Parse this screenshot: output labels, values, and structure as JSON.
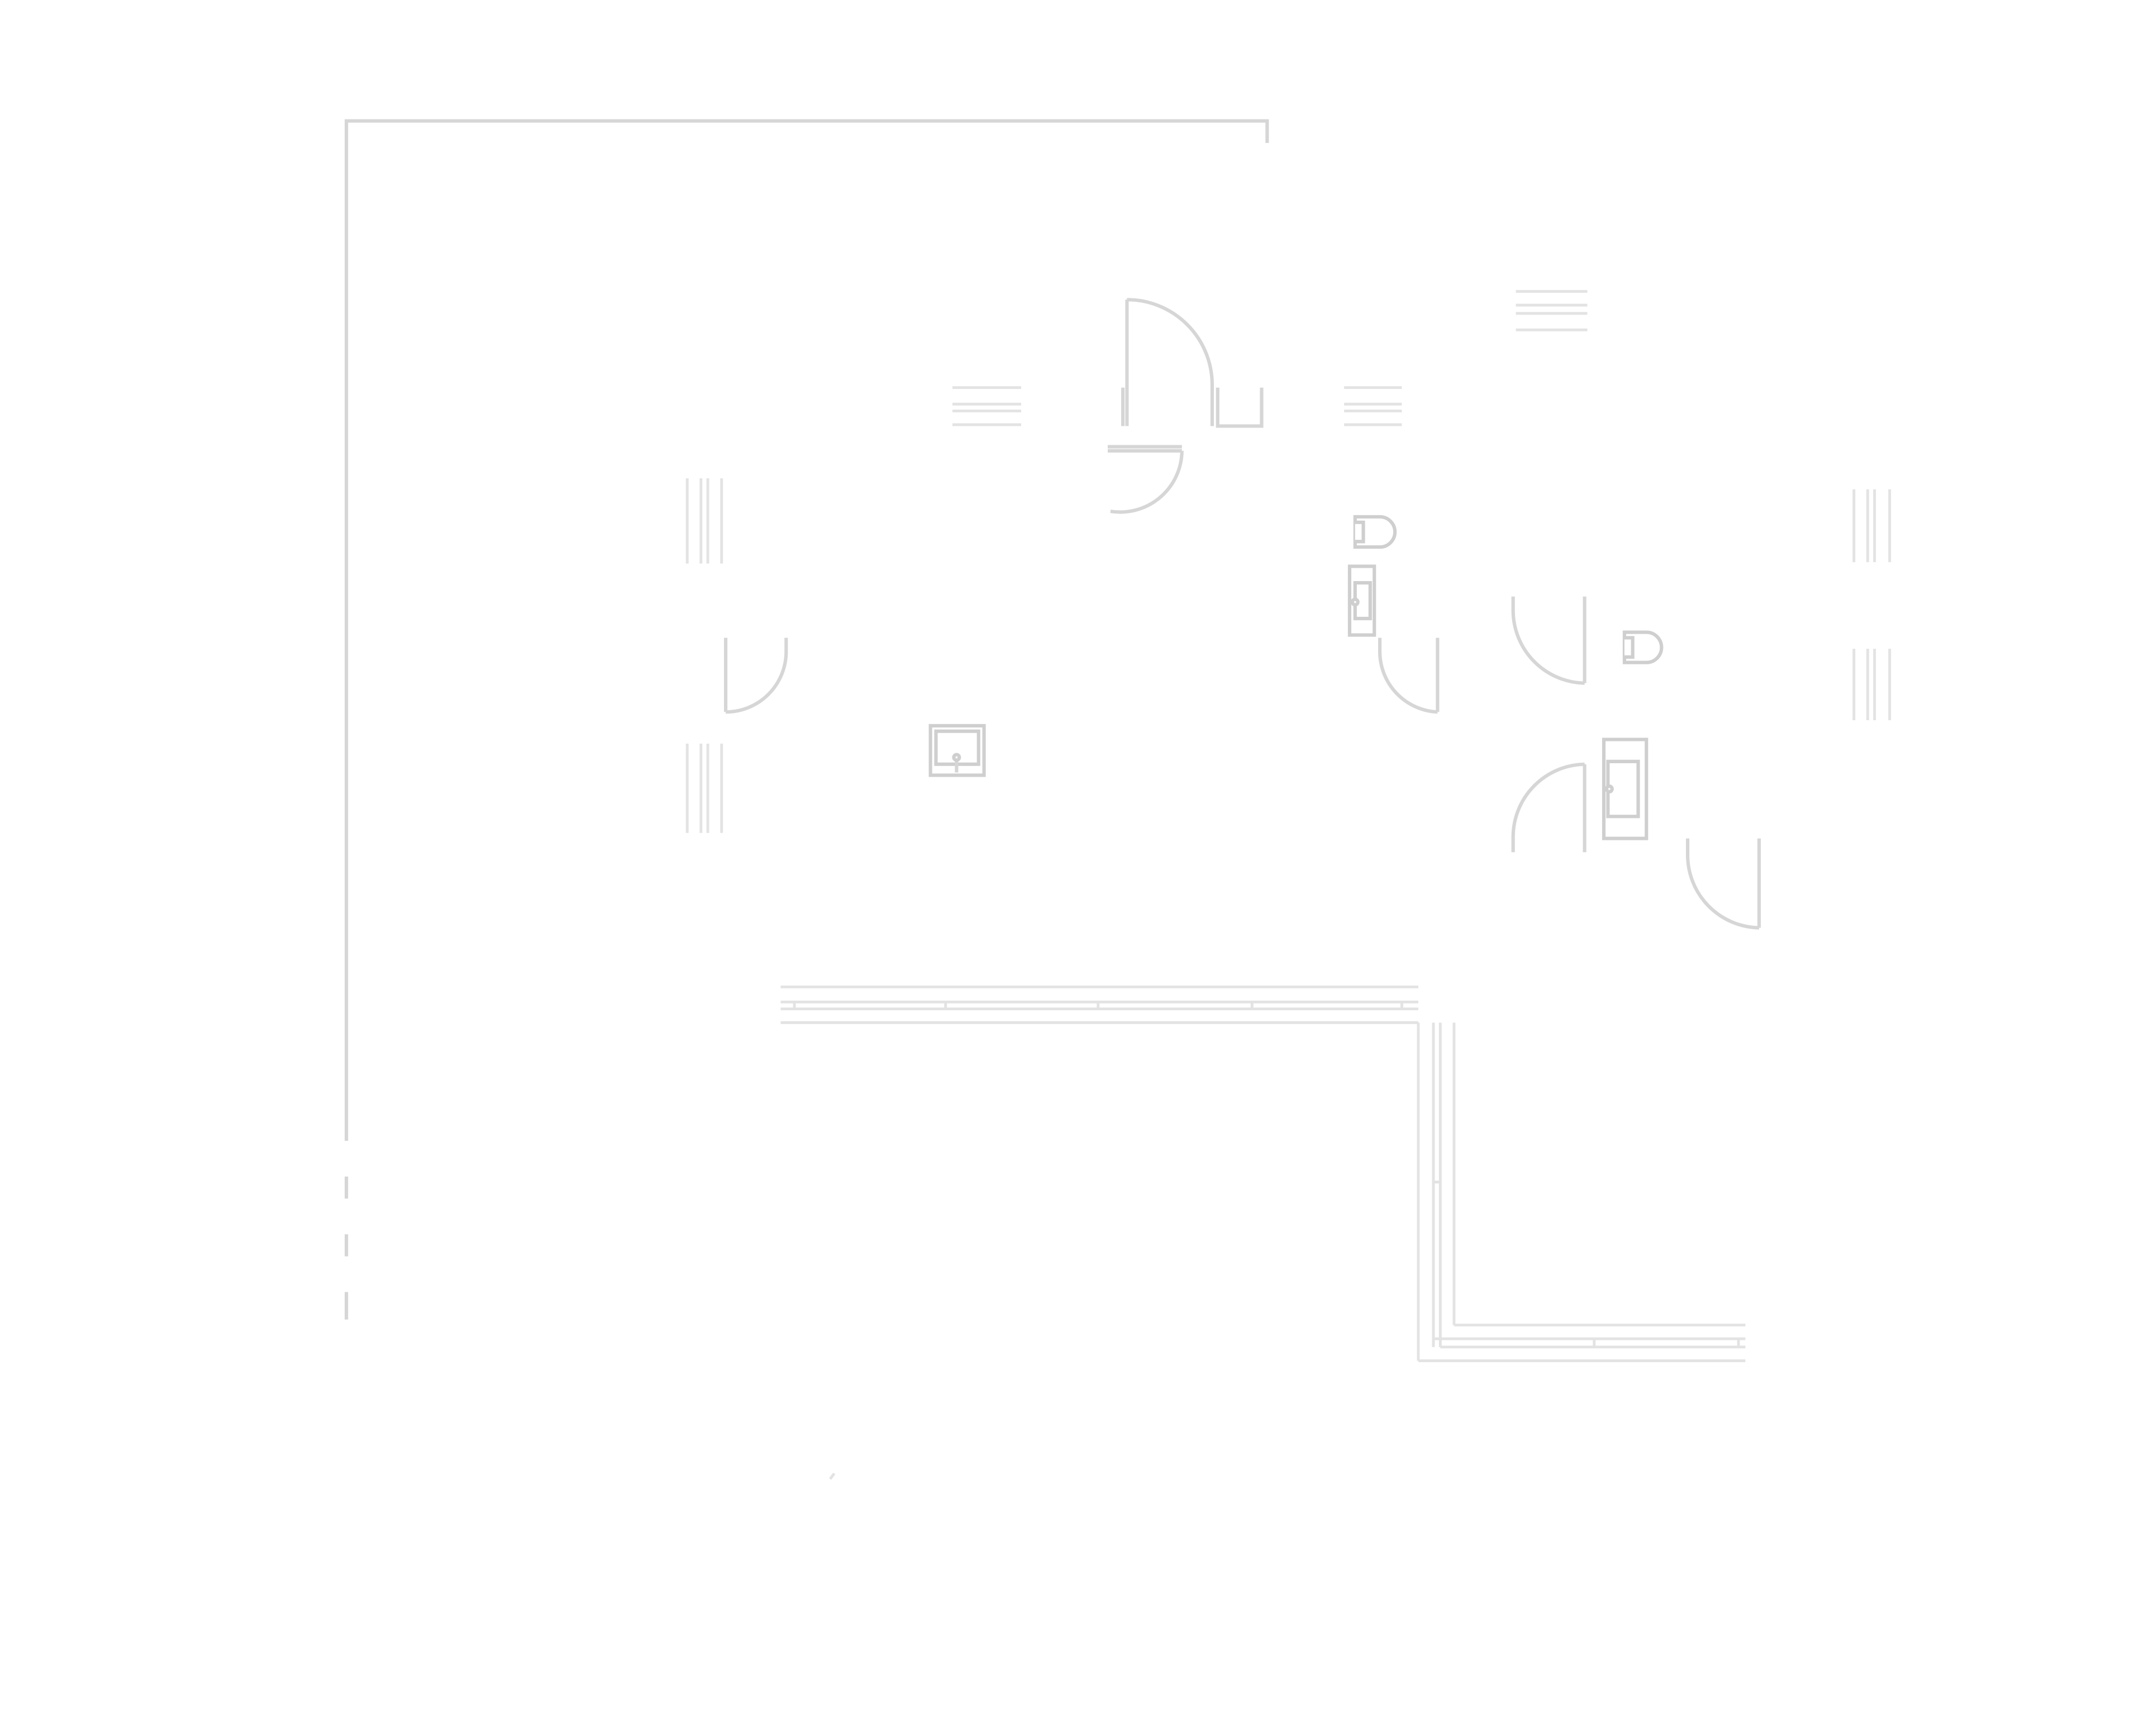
{
  "drawing": {
    "kind": "architectural floor plan",
    "background": "#ffffff",
    "line_color": "#d6d6d6",
    "labels_visible": false
  },
  "elements": {
    "doors": 9,
    "windows": 9,
    "washbasins": 3,
    "toilets": 2
  }
}
